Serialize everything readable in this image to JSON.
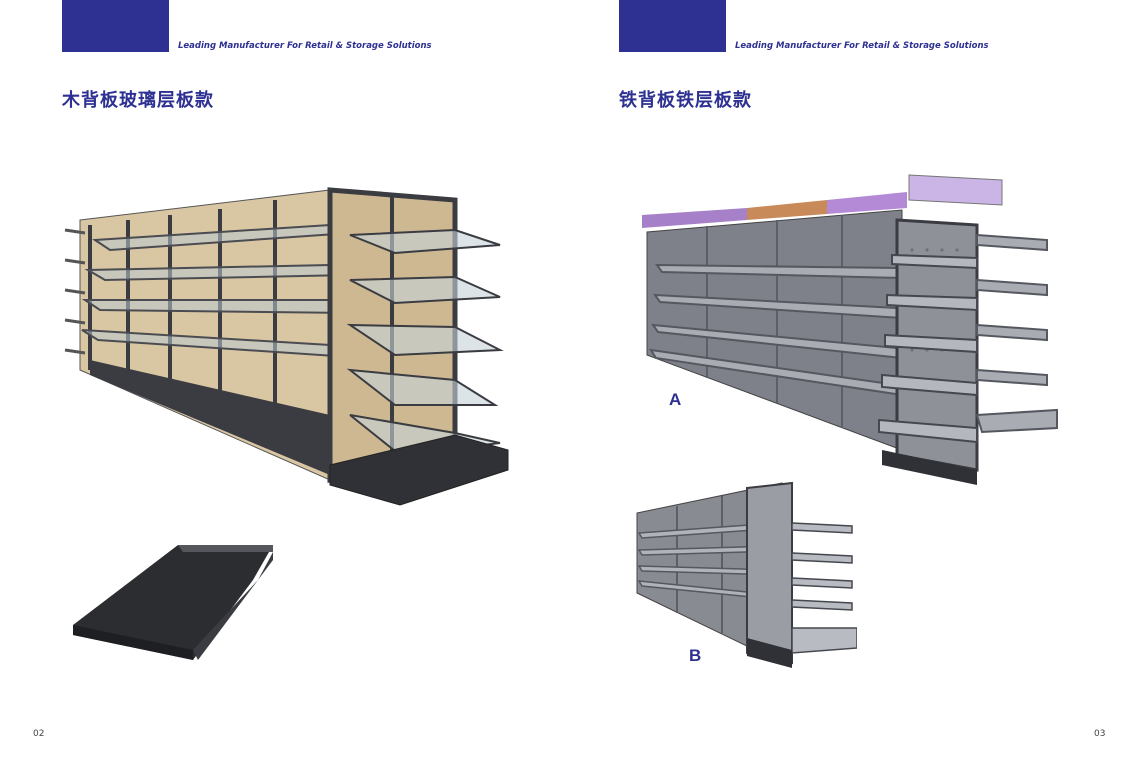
{
  "pages": [
    {
      "header": {
        "tagline": "Leading Manufacturer For Retail & Storage Solutions"
      },
      "title": "木背板玻璃层板款",
      "page_number": "02"
    },
    {
      "header": {
        "tagline": "Leading Manufacturer For Retail & Storage Solutions"
      },
      "title": "铁背板铁层板款",
      "page_number": "03",
      "variants": [
        {
          "label": "A"
        },
        {
          "label": "B"
        }
      ]
    }
  ],
  "colors": {
    "brand": "#2e3192",
    "metal": "#6b6e75",
    "wood": "#d9c7a3",
    "dark_metal": "#3a3c42",
    "header_strip": "#a680c9"
  }
}
